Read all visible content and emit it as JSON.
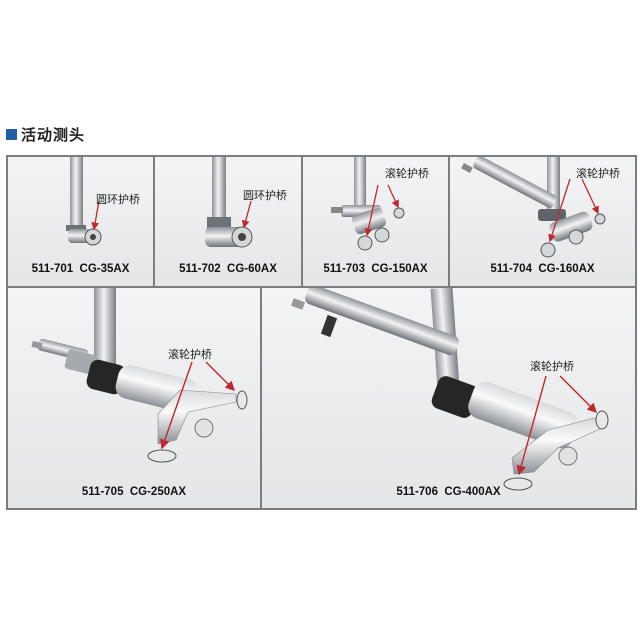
{
  "heading": {
    "text": "活动测头",
    "accent": "#1f5fa8"
  },
  "cells": [
    {
      "caption": "511-701  CG-35AX",
      "callout": "圆环护桥"
    },
    {
      "caption": "511-702  CG-60AX",
      "callout": "圆环护桥"
    },
    {
      "caption": "511-703  CG-150AX",
      "callout": "滚轮护桥"
    },
    {
      "caption": "511-704  CG-160AX",
      "callout": "滚轮护桥"
    },
    {
      "caption": "511-705  CG-250AX",
      "callout": "滚轮护桥"
    },
    {
      "caption": "511-706  CG-400AX",
      "callout": "滚轮护桥"
    }
  ],
  "colors": {
    "arrow": "#c0282d",
    "border": "#7d7d7d"
  }
}
